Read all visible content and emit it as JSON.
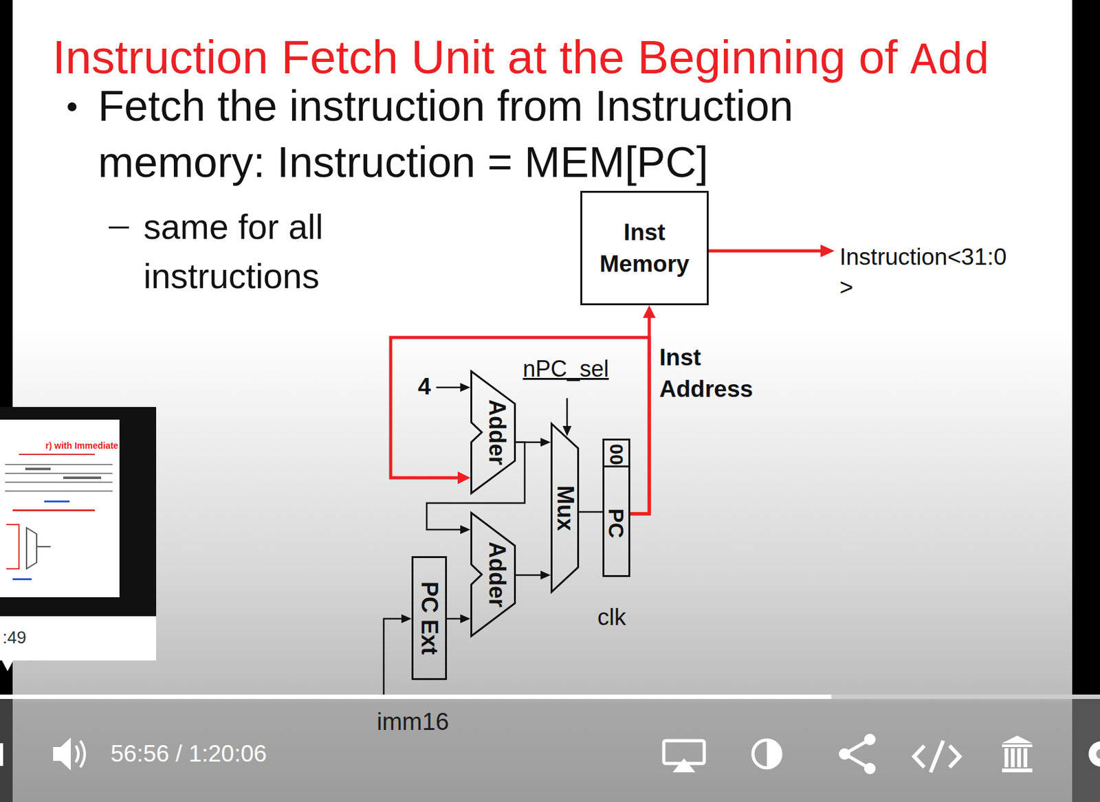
{
  "diagram": {
    "title": "Instruction Fetch Unit at the Beginning of",
    "nodes": [
      {
        "text": [
          "Inst Memory"
        ]
      },
      {
        "text": [
          "Adder"
        ]
      },
      {
        "text": [
          "Mux"
        ]
      },
      {
        "text": [
          "00",
          "PC"
        ]
      },
      {
        "text": [
          "Adder"
        ]
      },
      {
        "text": [
          "PC Ext"
        ]
      }
    ],
    "edges": [
      {
        "from": 3,
        "to": 0,
        "arrow": "to",
        "label": "Inst Address"
      },
      {
        "from": 3,
        "to": 1,
        "arrow": "to"
      },
      {
        "from": 1,
        "to": 2,
        "arrow": "to"
      },
      {
        "from": 1,
        "to": 4,
        "arrow": "to"
      },
      {
        "from": 4,
        "to": 2,
        "arrow": "to"
      },
      {
        "from": 2,
        "to": 3,
        "arrow": "none"
      },
      {
        "from": 5,
        "to": 4,
        "arrow": "to"
      }
    ],
    "labels": [
      "Add",
      "Fetch the instruction from Instruction memory: Instruction = MEM[PC]",
      "same for all instructions",
      "Instruction<31:0 >",
      "4",
      "nPC_sel",
      "clk",
      "imm16",
      "r) with Immediate",
      ":49",
      "56:56 / 1:20:06"
    ]
  }
}
